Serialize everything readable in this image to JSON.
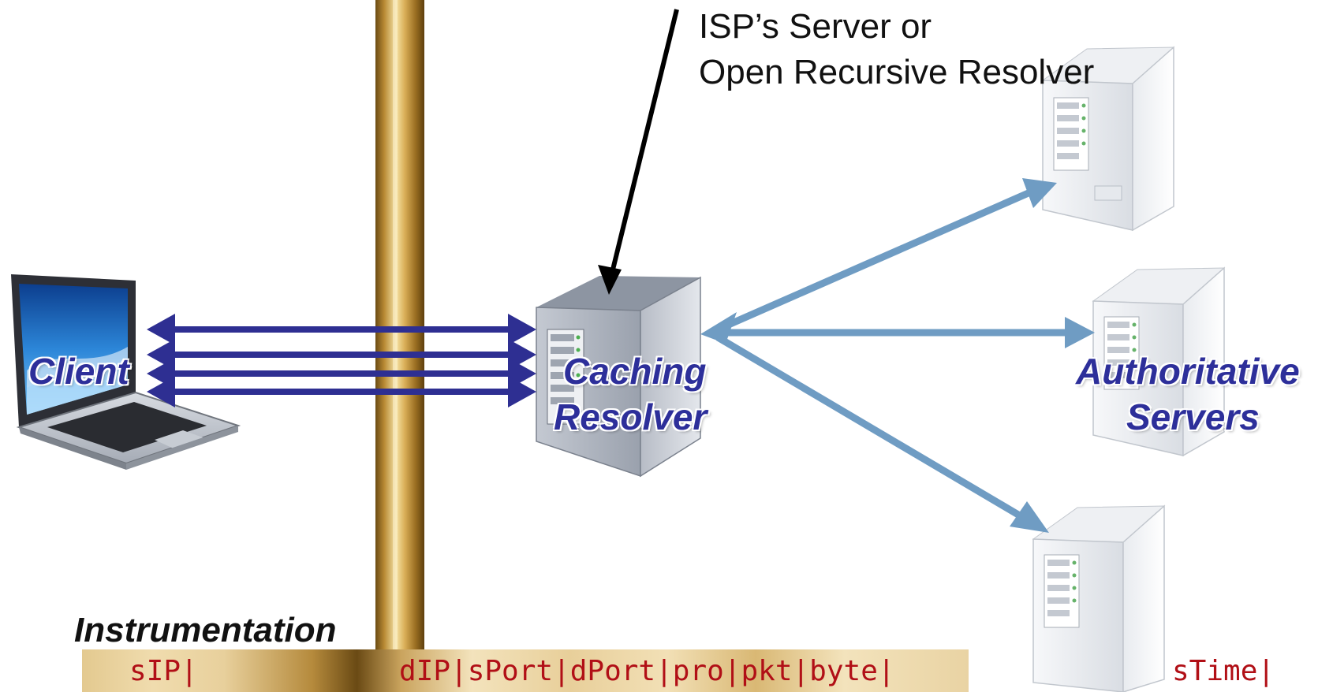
{
  "callout": {
    "line1": "ISP’s Server or",
    "line2": "Open Recursive Resolver"
  },
  "nodes": {
    "client": "Client",
    "resolver_line1": "Caching",
    "resolver_line2": "Resolver",
    "authoritative_line1": "Authoritative",
    "authoritative_line2": "Servers"
  },
  "instrumentation": {
    "title": "Instrumentation",
    "fields": {
      "left": "sIP|",
      "middle": "dIP|sPort|dPort|pro|pkt|byte|",
      "right": "sTime|"
    }
  },
  "colors": {
    "client_arrows": "#2e2f92",
    "server_arrows": "#6f9cc3",
    "callout_arrow": "#000000",
    "node_label": "#2d2f9a",
    "field_text": "#b10f16"
  },
  "icons": {
    "client": "laptop-icon",
    "resolver": "server-tower-icon",
    "authoritative": "server-tower-icon",
    "boundary": "golden-pillar-icon"
  }
}
